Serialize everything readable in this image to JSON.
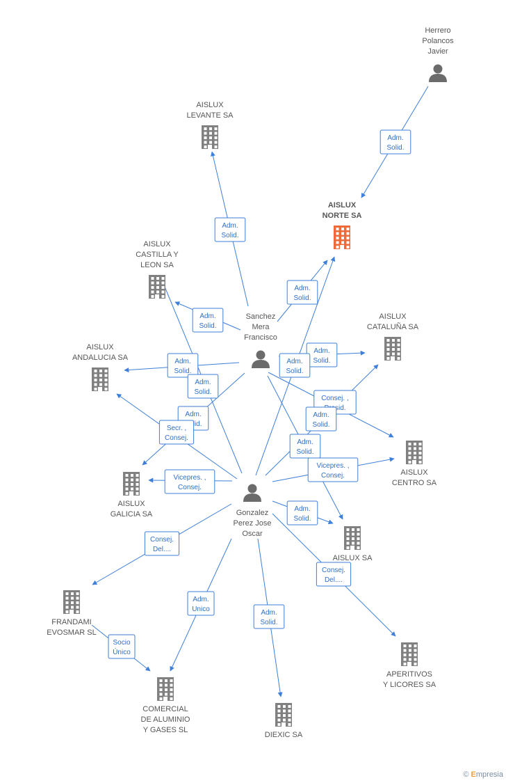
{
  "colors": {
    "company": "#808080",
    "person": "#6b6b6b",
    "focus": "#ee6a3a",
    "edge": "#3d7fd9"
  },
  "nodes": [
    {
      "id": "herrero",
      "type": "person",
      "label": [
        "Herrero",
        "Polancos",
        "Javier"
      ]
    },
    {
      "id": "levante",
      "type": "company",
      "label": [
        "AISLUX",
        "LEVANTE SA"
      ]
    },
    {
      "id": "norte",
      "type": "company",
      "focus": true,
      "label": [
        "AISLUX",
        "NORTE SA"
      ]
    },
    {
      "id": "castilla",
      "type": "company",
      "label": [
        "AISLUX",
        "CASTILLA Y",
        "LEON SA"
      ]
    },
    {
      "id": "sanchez",
      "type": "person",
      "label": [
        "Sanchez",
        "Mera",
        "Francisco"
      ]
    },
    {
      "id": "cataluna",
      "type": "company",
      "label": [
        "AISLUX",
        "CATALUÑA SA"
      ]
    },
    {
      "id": "andalucia",
      "type": "company",
      "label": [
        "AISLUX",
        "ANDALUCIA SA"
      ]
    },
    {
      "id": "centro",
      "type": "company",
      "label": [
        "AISLUX",
        "CENTRO SA"
      ]
    },
    {
      "id": "galicia",
      "type": "company",
      "label": [
        "AISLUX",
        "GALICIA SA"
      ]
    },
    {
      "id": "gonzalez",
      "type": "person",
      "label": [
        "Gonzalez",
        "Perez Jose",
        "Oscar"
      ]
    },
    {
      "id": "aisluxsa",
      "type": "company",
      "label": [
        "AISLUX SA"
      ]
    },
    {
      "id": "frandami",
      "type": "company",
      "label": [
        "FRANDAMI",
        "EVOSMAR SL"
      ]
    },
    {
      "id": "aperitivos",
      "type": "company",
      "label": [
        "APERITIVOS",
        "Y LICORES SA"
      ]
    },
    {
      "id": "comercial",
      "type": "company",
      "label": [
        "COMERCIAL",
        "DE ALUMINIO",
        "Y GASES  SL"
      ]
    },
    {
      "id": "diexic",
      "type": "company",
      "label": [
        "DIEXIC SA"
      ]
    }
  ],
  "edges": [
    {
      "from": "herrero",
      "to": "norte",
      "label": [
        "Adm.",
        "Solid."
      ]
    },
    {
      "from": "sanchez",
      "to": "levante",
      "label": [
        "Adm.",
        "Solid."
      ]
    },
    {
      "from": "sanchez",
      "to": "norte",
      "label": [
        "Adm.",
        "Solid."
      ]
    },
    {
      "from": "sanchez",
      "to": "castilla",
      "label": [
        "Adm.",
        "Solid."
      ]
    },
    {
      "from": "sanchez",
      "to": "cataluna",
      "label": [
        "Adm.",
        "Solid."
      ]
    },
    {
      "from": "sanchez",
      "to": "andalucia",
      "label": [
        "Adm.",
        "Solid."
      ]
    },
    {
      "from": "sanchez",
      "to": "centro",
      "label": [
        "Consej. ,",
        "Presid."
      ]
    },
    {
      "from": "sanchez",
      "to": "galicia",
      "label": [
        "Adm.",
        "Solid."
      ]
    },
    {
      "from": "sanchez",
      "to": "aisluxsa",
      "label": [
        "Adm.",
        "Solid."
      ]
    },
    {
      "from": "gonzalez",
      "to": "norte",
      "label": [
        "Adm.",
        "Solid."
      ]
    },
    {
      "from": "gonzalez",
      "to": "castilla",
      "label": [
        "Adm.",
        "Solid."
      ]
    },
    {
      "from": "gonzalez",
      "to": "andalucia",
      "label": [
        "Secr. ,",
        "Consej."
      ]
    },
    {
      "from": "gonzalez",
      "to": "cataluna",
      "label": [
        "Adm.",
        "Solid."
      ]
    },
    {
      "from": "gonzalez",
      "to": "galicia",
      "label": [
        "Vicepres. ,",
        "Consej."
      ]
    },
    {
      "from": "gonzalez",
      "to": "centro",
      "label": [
        "Vicepres. ,",
        "Consej."
      ]
    },
    {
      "from": "gonzalez",
      "to": "aisluxsa",
      "label": [
        "Adm.",
        "Solid."
      ]
    },
    {
      "from": "gonzalez",
      "to": "frandami",
      "label": [
        "Consej.",
        "Del...."
      ]
    },
    {
      "from": "gonzalez",
      "to": "aperitivos",
      "label": [
        "Consej.",
        "Del...."
      ]
    },
    {
      "from": "gonzalez",
      "to": "comercial",
      "label": [
        "Adm.",
        "Unico"
      ]
    },
    {
      "from": "gonzalez",
      "to": "diexic",
      "label": [
        "Adm.",
        "Solid."
      ]
    },
    {
      "from": "frandami",
      "to": "comercial",
      "label": [
        "Socio",
        "Único"
      ]
    }
  ],
  "footer": {
    "copyright": "©",
    "brand_first": "E",
    "brand_rest": "mpresia"
  }
}
